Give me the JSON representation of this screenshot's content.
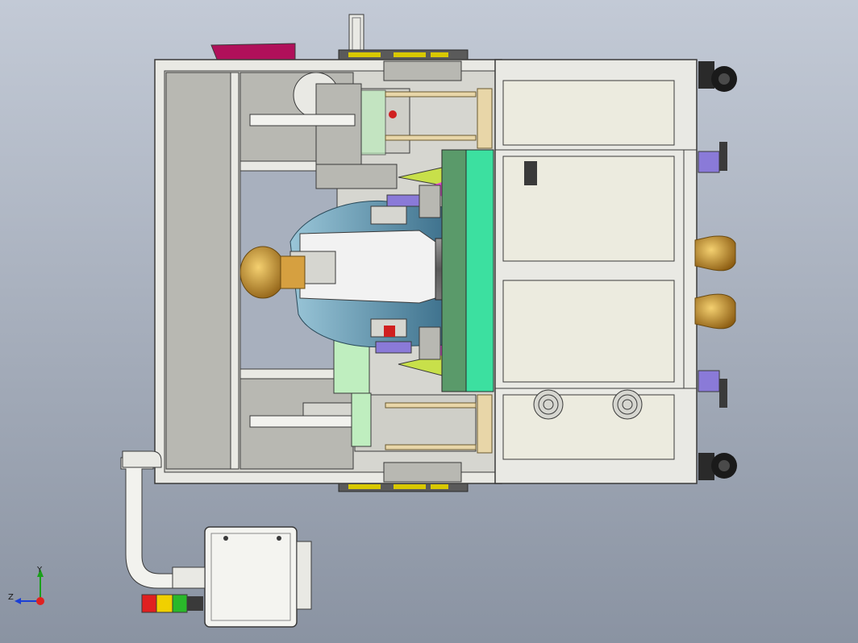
{
  "viewer": {
    "background_top": "#c3cad6",
    "background_bottom": "#8a93a2"
  },
  "triad": {
    "y_label": "Y",
    "z_label": "Z",
    "y_color": "#1aa01a",
    "z_color": "#1a3fd6",
    "x_color": "#e02020"
  },
  "colors": {
    "frame": "#e9e9e4",
    "frame_edge": "#3a3a3a",
    "panel_gray": "#b8b8b2",
    "panel_cream": "#ecebdf",
    "green_plate": "#3ce0a0",
    "light_green": "#bfeebf",
    "yellow_green": "#c8e04a",
    "magenta": "#b0105a",
    "pink": "#e04ad0",
    "purple": "#8a7ad8",
    "cyan_mannequin": "#6aa0b8",
    "gold": "#c8961e",
    "wood": "#e8d6a8",
    "dark_gray": "#6e6e6e",
    "tower_red": "#e02020",
    "tower_yellow": "#f0d000",
    "tower_green": "#2ab82a"
  },
  "parts": [
    "magenta-cover",
    "top-handle",
    "machine-frame",
    "left-panel",
    "upper-cylinder-assembly",
    "lower-cylinder-assembly",
    "mannequin-torso",
    "mannequin-head",
    "mold-core",
    "green-mounting-plate",
    "electrical-cabinet",
    "cooling-fans",
    "gold-suction-cups",
    "caster-wheels",
    "exhaust-duct",
    "control-box",
    "signal-tower"
  ]
}
